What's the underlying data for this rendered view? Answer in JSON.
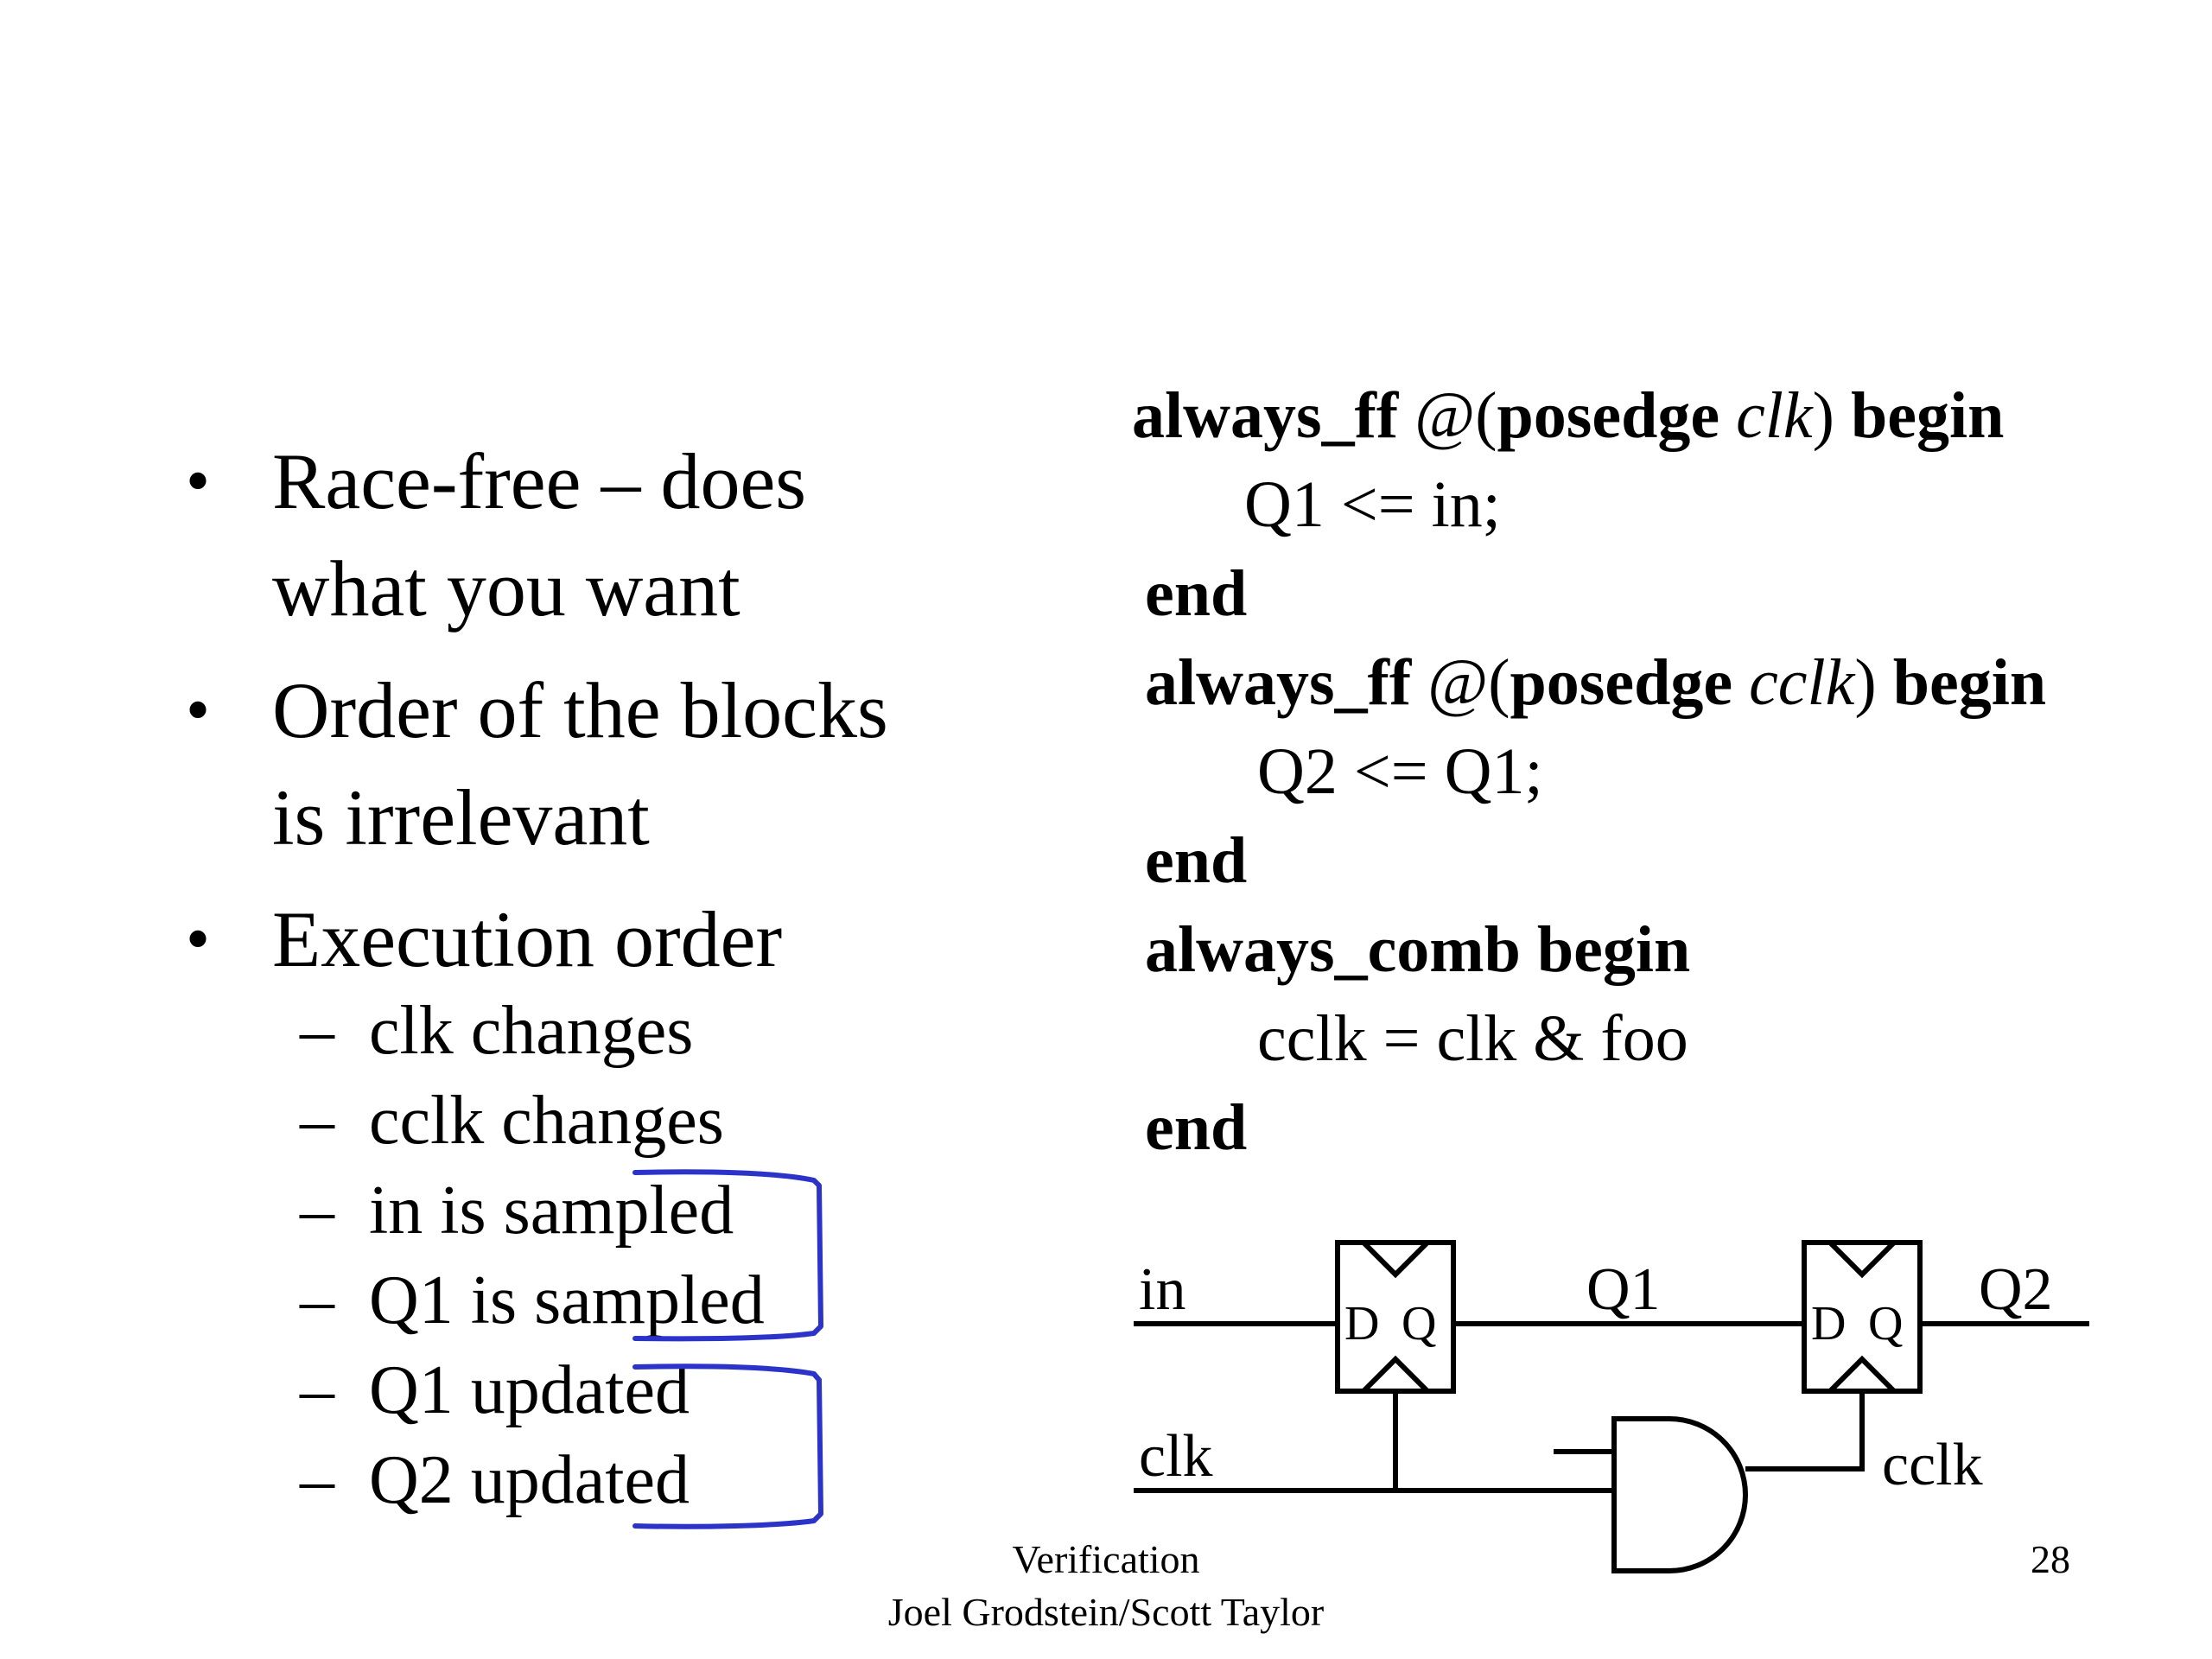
{
  "bullets": [
    {
      "lines": [
        "Race-free – does",
        "what you want"
      ]
    },
    {
      "lines": [
        "Order of the blocks",
        "is irrelevant"
      ]
    },
    {
      "lines": [
        "Execution order"
      ],
      "subitems": [
        "clk changes",
        "cclk changes",
        "in is sampled",
        "Q1 is sampled",
        "Q1 updated",
        "Q2 updated"
      ]
    }
  ],
  "code": {
    "block1_kw1": "always_ff",
    "block1_at": " @(",
    "block1_kw2": "posedge",
    "block1_sig": " clk",
    "block1_close": ") ",
    "block1_kw3": "begin",
    "block1_body": "Q1 <= in;",
    "end1": "end",
    "block2_kw1": "always_ff",
    "block2_at": " @(",
    "block2_kw2": "posedge",
    "block2_sig": " cclk",
    "block2_close": ") ",
    "block2_kw3": "begin",
    "block2_body": "Q2 <= Q1;",
    "end2": "end",
    "block3_kw": "always_comb begin",
    "block3_body": "cclk = clk & foo",
    "end3": "end"
  },
  "circuit": {
    "in_label": "in",
    "clk_label": "clk",
    "q1_label": "Q1",
    "q2_label": "Q2",
    "cclk_label": "cclk",
    "ff_d": "D",
    "ff_q": "Q"
  },
  "annotation_color": "#2b33c9",
  "footer": {
    "title": "Verification",
    "authors": "Joel Grodstein/Scott Taylor",
    "page": "28"
  }
}
